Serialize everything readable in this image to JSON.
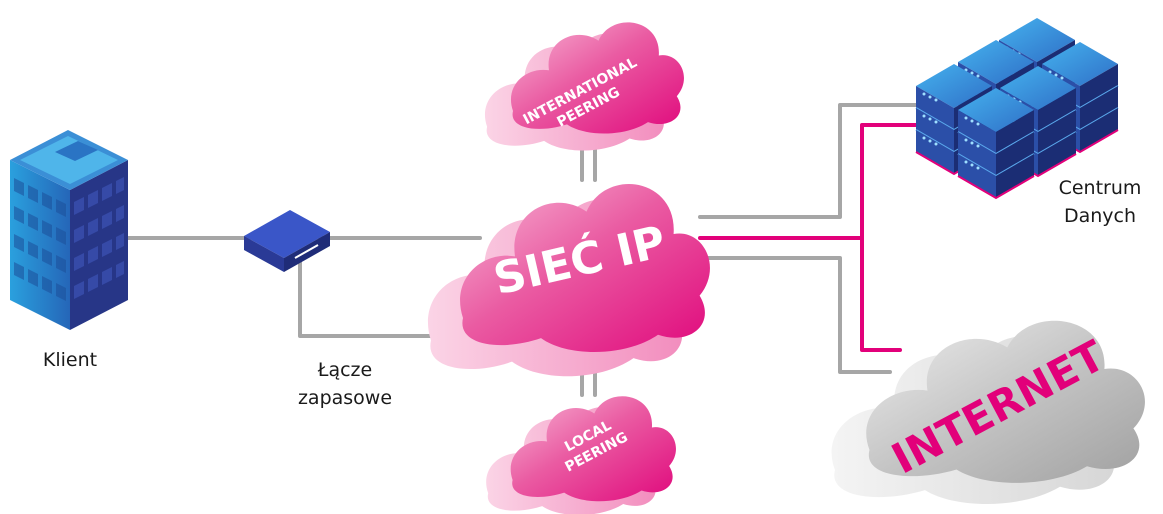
{
  "labels": {
    "client": "Klient",
    "backup_line": [
      "Łącze",
      "zapasowe"
    ],
    "data_center": [
      "Centrum",
      "Danych"
    ]
  },
  "clouds": {
    "main": "SIEĆ IP",
    "international": [
      "INTERNATIONAL",
      "PEERING"
    ],
    "local": [
      "LOCAL",
      "PEERING"
    ],
    "internet": "INTERNET"
  },
  "colors": {
    "magenta": "#e2007a",
    "cloud_pink": "#e63f96",
    "cloud_grey": "#a8a8a8",
    "line_grey": "#a6a6a6",
    "building_blue": "#2b3a8f",
    "server_blue": "#2f6fc7"
  },
  "icons": {
    "client": "office-building-icon",
    "device": "router-icon",
    "data_center": "server-rack-icon"
  }
}
